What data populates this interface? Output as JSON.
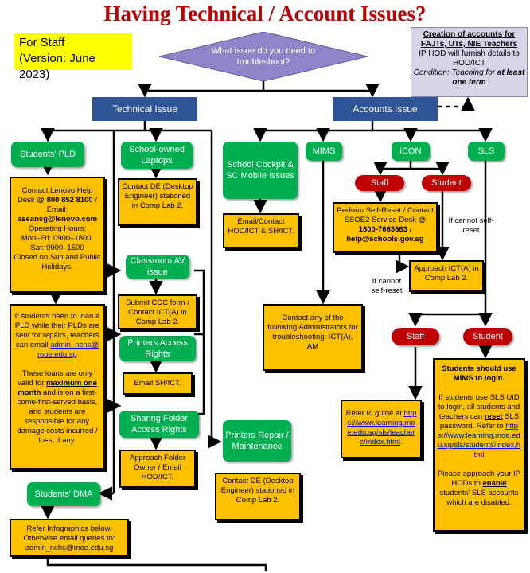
{
  "title": "Having Technical / Account Issues?",
  "staff_note": {
    "line1": "For Staff",
    "line2": "(Version: June 2023)"
  },
  "accounts_note": {
    "heading": "Creation of accounts for FAJTs, UTs, NIE Teachers",
    "body": "IP HOD will furnish details to HOD/ICT",
    "condition_label": "Condition:",
    "condition_text": "Teaching for",
    "condition_bold": "at least one term"
  },
  "question": "What issue do you need to troubleshoot?",
  "technical_issue": "Technical Issue",
  "accounts_issue": "Accounts Issue",
  "students_pld": {
    "label": "Students' PLD"
  },
  "lenovo_box": {
    "l1": "Contact Lenovo Help Desk @",
    "phone": "800 852 8100",
    "l2": "/ Email:",
    "email": "aseansg@lenovo.com",
    "l3": "Operating Hours:",
    "l4": "Mon–Fri: 0900–1800,",
    "l5": "Sat: 0900–1500",
    "l6": "Closed on Sun and Public Holidays."
  },
  "loan_box": {
    "p1": "If students need to loan a PLD while their PLDs are sent for repairs, teachers can email",
    "email": "admin_nchs@moe.edu.sg",
    "p2a": "These loans are only valid for",
    "p2b": "maximum one month",
    "p2c": "and is on a first-come-first-served basis, and students are responsible for any damage costs incurred / loss, if any."
  },
  "students_dma": "Students' DMA",
  "dma_box": "Refer Infographics below. Otherwise email queries to: admin_nchs@moe.edu.sg",
  "school_laptops": "School-owned Laptops",
  "laptops_box": "Contact DE (Desktop Engineer) stationed in Comp Lab 2.",
  "classroom_av": "Classroom AV issue",
  "av_box": "Submit CCC form / Contact ICT(A) in Comp Lab 2.",
  "printers_access": "Printers Access Rights",
  "printers_access_box": "Email SH/ICT.",
  "sharing_folder": "Sharing Folder Access Rights",
  "sharing_box": "Approach Folder Owner / Email HOD/ICT.",
  "printers_repair": "Printers Repair / Maintenance",
  "repair_box": "Contact DE (Desktop Engineer) stationed in Comp Lab 2.",
  "cockpit": "School Cockpit & SC Mobile Issues",
  "cockpit_box": "Email/Contact HOD/ICT & SH/ICT.",
  "mims": "MIMS",
  "mims_box": "Contact any of the following Administrators for troubleshooting: ICT(A), AM",
  "icon": "iCON",
  "icon_staff": "Staff",
  "icon_student": "Student",
  "ssoe_box": {
    "l1": "Perform Self-Reset / Contact SSOE2 Service Desk @",
    "phone": "1800-7663663",
    "email": "help@schools.gov.sg"
  },
  "if_cannot_1": "If cannot self-reset",
  "if_cannot_2": "If cannot self-reset",
  "approach_ict_box": "Approach ICT(A) in Comp Lab 2.",
  "sls": "SLS",
  "sls_staff": "Staff",
  "sls_student": "Student",
  "sls_staff_box": {
    "l1": "Refer to guide at",
    "url": "https://www.learning.moe.edu.sg/sls/teachers/index.html",
    "l2": "."
  },
  "sls_student_box": {
    "h": "Students should use MIMS to login.",
    "p1a": "If students use SLS UID to login, all students and teachers can",
    "p1b": "reset",
    "p1c": "SLS password. Refer to",
    "url": "https://www.learning.moe.edu.sg/sls/students/index.html",
    "p2a": "Please approach your IP HODs to",
    "p2b": "enable",
    "p2c": "students' SLS accounts which are disabled."
  },
  "colors": {
    "title": "#c00000",
    "navy": "#2f5597",
    "green": "#00b050",
    "orange": "#ffc000",
    "red": "#c00000",
    "purple": "#8e86c8"
  }
}
